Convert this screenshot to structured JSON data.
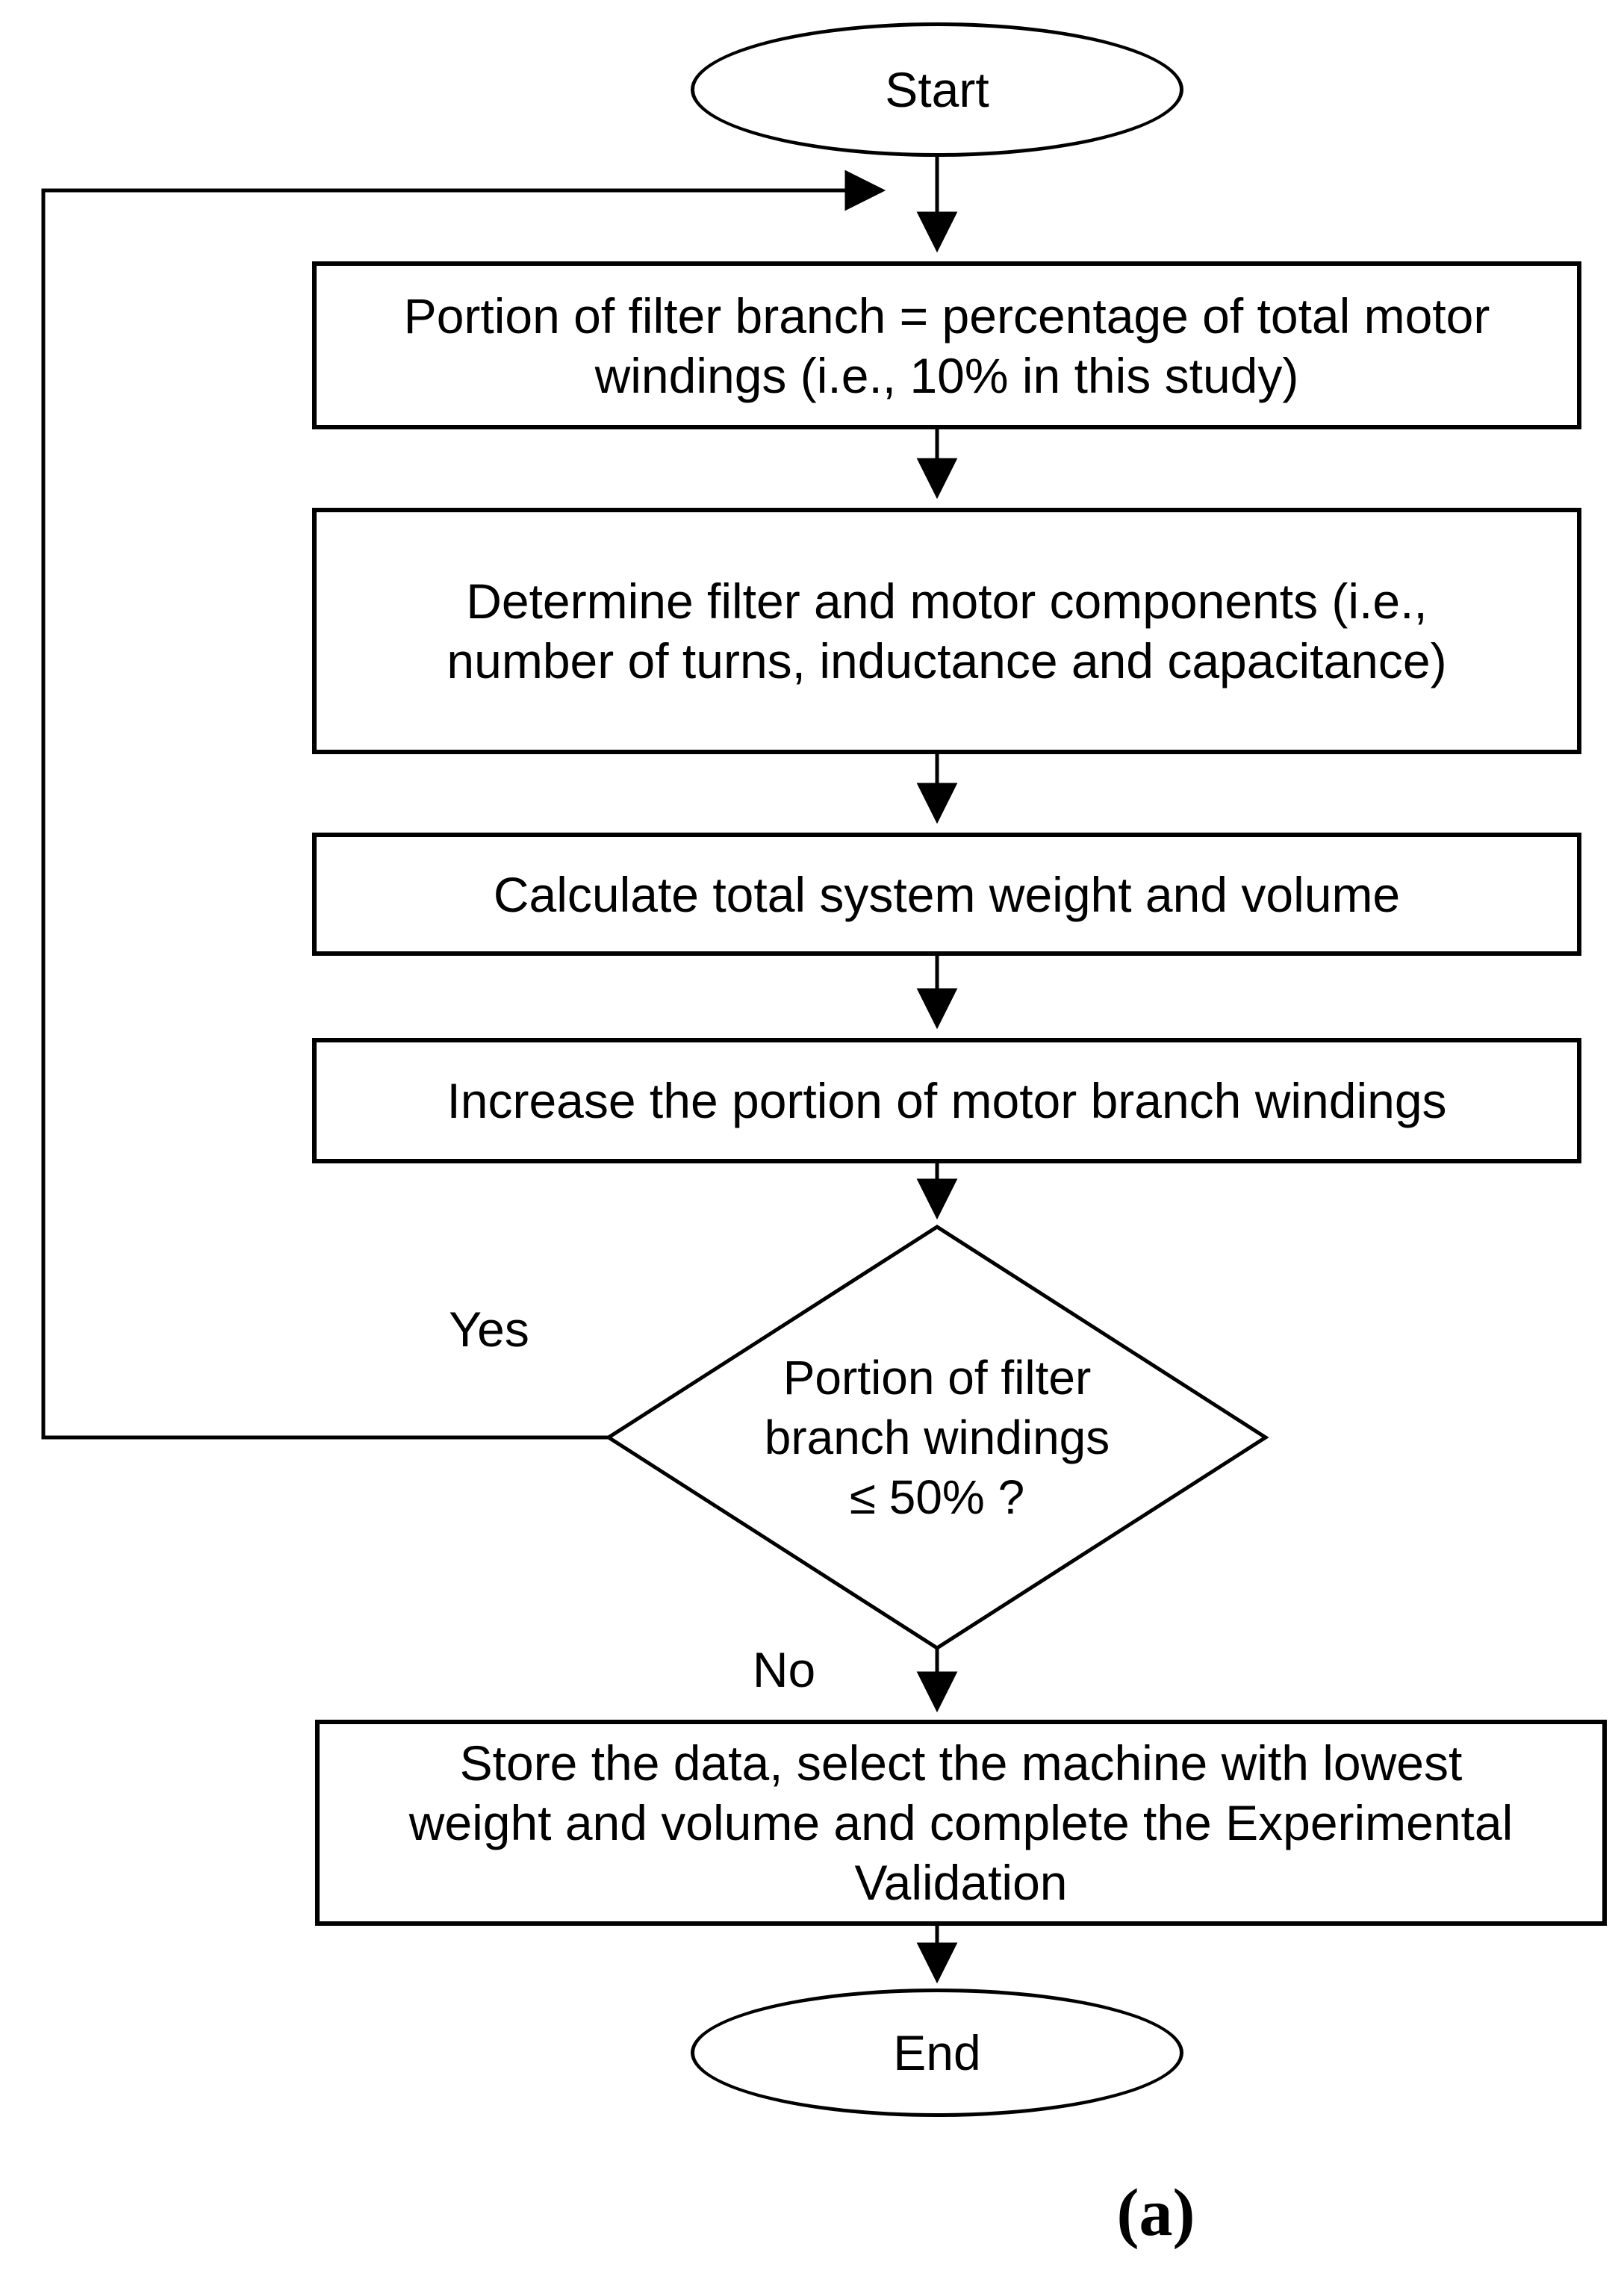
{
  "diagram": {
    "caption": "(a)",
    "colors": {
      "stroke": "#000000",
      "background": "#ffffff",
      "text": "#000000"
    },
    "nodes": {
      "start": {
        "type": "terminator",
        "label": "Start"
      },
      "init_portion": {
        "type": "process",
        "lines": [
          "Portion of filter branch = percentage of total motor",
          "windings (i.e., 10% in this study)"
        ]
      },
      "determine_components": {
        "type": "process",
        "lines": [
          "Determine filter and motor components (i.e.,",
          "number of turns, inductance and capacitance)"
        ]
      },
      "calculate_weight": {
        "type": "process",
        "lines": [
          "Calculate total system weight and volume"
        ]
      },
      "increase_portion": {
        "type": "process",
        "lines": [
          "Increase the portion of motor branch windings"
        ]
      },
      "decision_portion": {
        "type": "decision",
        "lines": [
          "Portion of filter",
          "branch windings",
          "≤ 50% ?"
        ]
      },
      "store_data": {
        "type": "process",
        "lines": [
          "Store the data, select the machine with lowest",
          "weight and volume and complete the Experimental",
          "Validation"
        ]
      },
      "end": {
        "type": "terminator",
        "label": "End"
      }
    },
    "edges": {
      "yes_label": "Yes",
      "no_label": "No"
    }
  }
}
